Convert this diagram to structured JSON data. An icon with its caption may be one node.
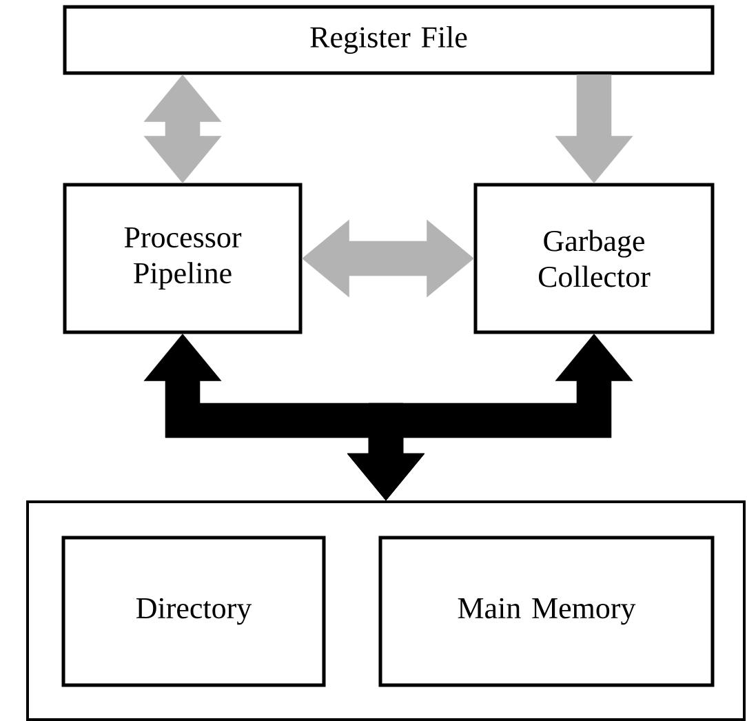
{
  "diagram": {
    "nodes": [
      {
        "text": [
          "Register File"
        ]
      },
      {
        "text": [
          "Processor Pipeline"
        ]
      },
      {
        "text": [
          "Garbage Collector"
        ]
      },
      {
        "text": [],
        "shape": "box"
      },
      {
        "text": [
          "Directory"
        ],
        "in": 3
      },
      {
        "text": [
          "Main Memory"
        ],
        "in": 3
      }
    ],
    "edges": [
      {
        "from": 0,
        "to": 1,
        "arrow": "both"
      },
      {
        "from": 0,
        "to": 2,
        "arrow": "to"
      },
      {
        "from": 1,
        "to": 2,
        "arrow": "both"
      },
      {
        "from": 3,
        "to": 1,
        "arrow": "both",
        "color": "#000000"
      },
      {
        "from": 3,
        "to": 2,
        "arrow": "both",
        "color": "#000000"
      }
    ]
  }
}
